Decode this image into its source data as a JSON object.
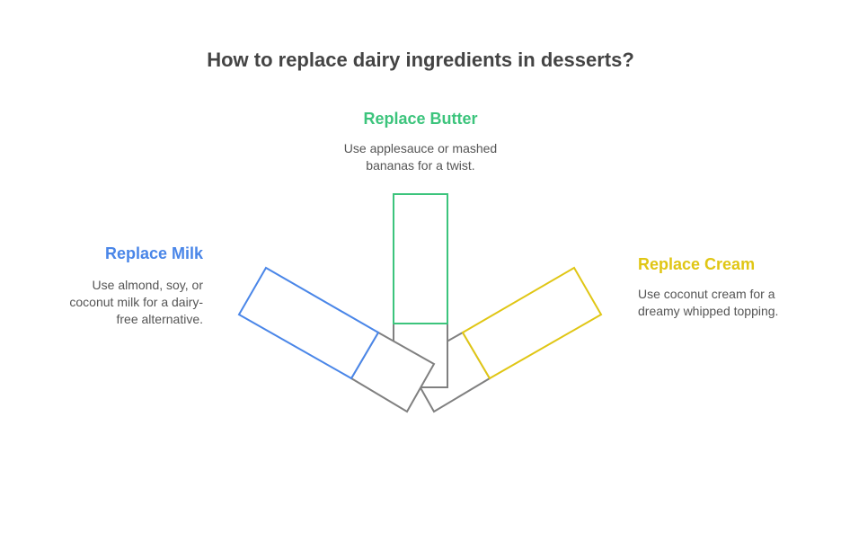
{
  "title": "How to replace dairy ingredients in desserts?",
  "items": [
    {
      "heading": "Replace Milk",
      "description": "Use almond, soy, or coconut milk for a dairy-free alternative.",
      "color": "#4a86e8"
    },
    {
      "heading": "Replace Butter",
      "description": "Use applesauce or mashed bananas for a twist.",
      "color": "#3cc47c"
    },
    {
      "heading": "Replace Cream",
      "description": "Use coconut cream for a dreamy whipped topping.",
      "color": "#e0c614"
    }
  ]
}
